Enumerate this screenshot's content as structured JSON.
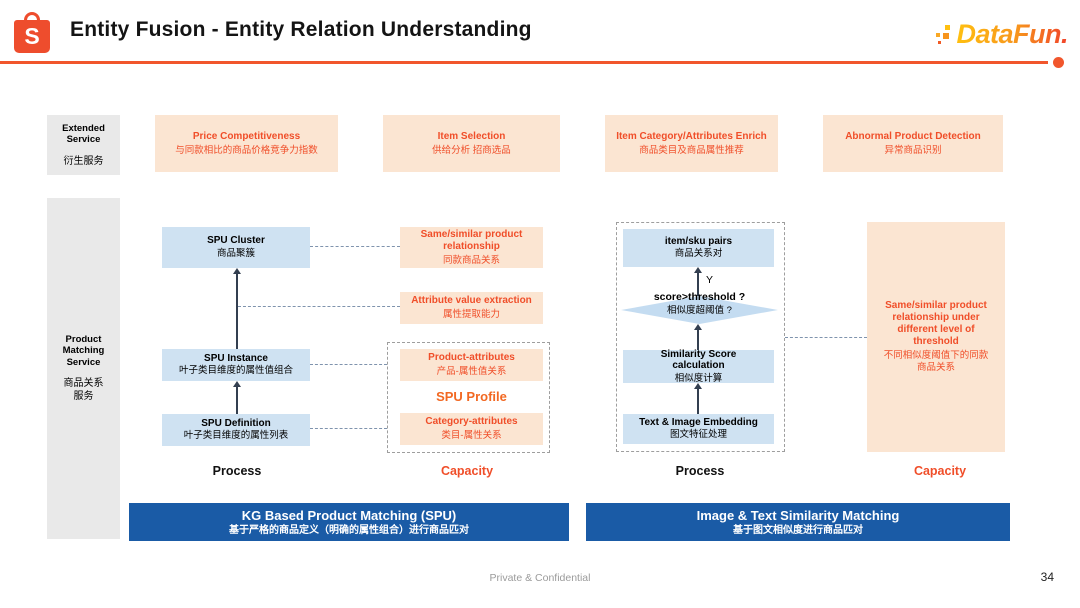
{
  "colors": {
    "accent_orange": "#ee4d2d",
    "rule_orange": "#f1562c",
    "capacity_box_bg": "#fbe5d2",
    "capacity_text": "#f04e29",
    "process_box_bg": "#cfe2f2",
    "banner_bg": "#1a5ba6",
    "sidebar_bg": "#e9e9e9"
  },
  "header": {
    "logo_letter": "S",
    "title": "Entity Fusion - Entity Relation Understanding",
    "brand": "DataFun."
  },
  "sidebar": {
    "extended": {
      "en": "Extended\nService",
      "zh": "衍生服务"
    },
    "matching": {
      "en": "Product\nMatching\nService",
      "zh": "商品关系\n服务"
    }
  },
  "top_services": [
    {
      "en": "Price Competitiveness",
      "zh": "与同款相比的商品价格竞争力指数"
    },
    {
      "en": "Item Selection",
      "zh": "供给分析 招商选品"
    },
    {
      "en": "Item Category/Attributes Enrich",
      "zh": "商品类目及商品属性推荐"
    },
    {
      "en": "Abnormal Product Detection",
      "zh": "异常商品识别"
    }
  ],
  "kg_flow": {
    "nodes": [
      {
        "en": "SPU Cluster",
        "zh": "商品聚簇"
      },
      {
        "en": "SPU Instance",
        "zh": "叶子类目维度的属性值组合"
      },
      {
        "en": "SPU Definition",
        "zh": "叶子类目维度的属性列表"
      }
    ],
    "capacities": {
      "relationship": {
        "en": "Same/similar product relationship",
        "zh": "同款商品关系"
      },
      "extraction": {
        "en": "Attribute value extraction",
        "zh": "属性提取能力"
      },
      "product_attributes": {
        "en": "Product-attributes",
        "zh": "产品-属性值关系"
      },
      "category_attributes": {
        "en": "Category-attributes",
        "zh": "类目-属性关系"
      }
    },
    "profile_label": "SPU Profile",
    "process_label": "Process",
    "capacity_label": "Capacity",
    "banner": {
      "en": "KG Based Product Matching (SPU)",
      "zh": "基于严格的商品定义（明确的属性组合）进行商品匹对"
    }
  },
  "sim_flow": {
    "nodes": [
      {
        "en": "item/sku pairs",
        "zh": "商品关系对"
      },
      {
        "en": "score>threshold ?",
        "zh": "相似度超阈值 ?"
      },
      {
        "en": "Similarity Score calculation",
        "zh": "相似度计算"
      },
      {
        "en": "Text & Image Embedding",
        "zh": "图文特征处理"
      }
    ],
    "branch_label": "Y",
    "capacity": {
      "en": "Same/similar product relationship under different level of threshold",
      "zh": "不同相似度阈值下的同款商品关系"
    },
    "process_label": "Process",
    "capacity_label": "Capacity",
    "banner": {
      "en": "Image & Text Similarity Matching",
      "zh": "基于图文相似度进行商品匹对"
    }
  },
  "footer": {
    "confidential": "Private & Confidential",
    "page": "34"
  }
}
